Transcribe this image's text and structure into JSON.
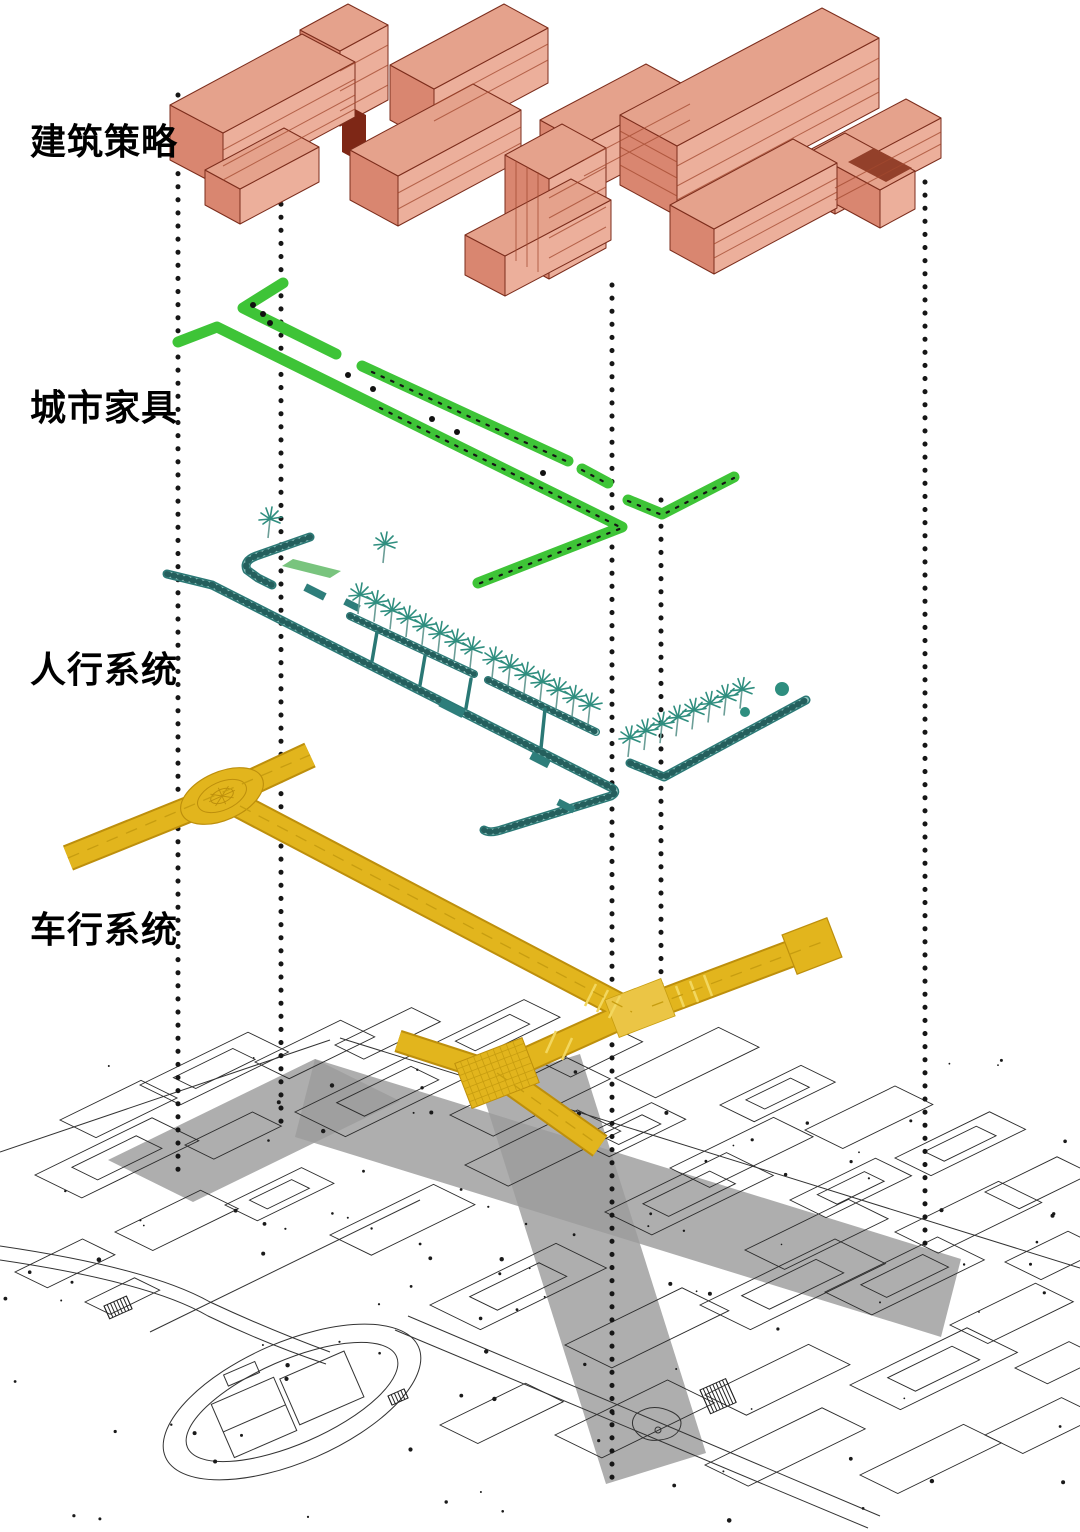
{
  "diagram": {
    "type": "exploded-axonometric-urban-design-layers",
    "layers": [
      {
        "id": "building-strategy",
        "label": "建筑策略",
        "color": "#DD9180"
      },
      {
        "id": "urban-furniture",
        "label": "城市家具",
        "color": "#3EC437"
      },
      {
        "id": "pedestrian-system",
        "label": "人行系统",
        "color": "#2E7E7B"
      },
      {
        "id": "vehicular-system",
        "label": "车行系统",
        "color": "#E2B51D"
      }
    ],
    "base_layer": {
      "id": "site-plan",
      "highlight_color": "#9C9C9C",
      "line_color": "#2A2A2A"
    },
    "guide_lines": {
      "style": "vertical-dotted",
      "color": "#161616",
      "count": 5
    }
  }
}
